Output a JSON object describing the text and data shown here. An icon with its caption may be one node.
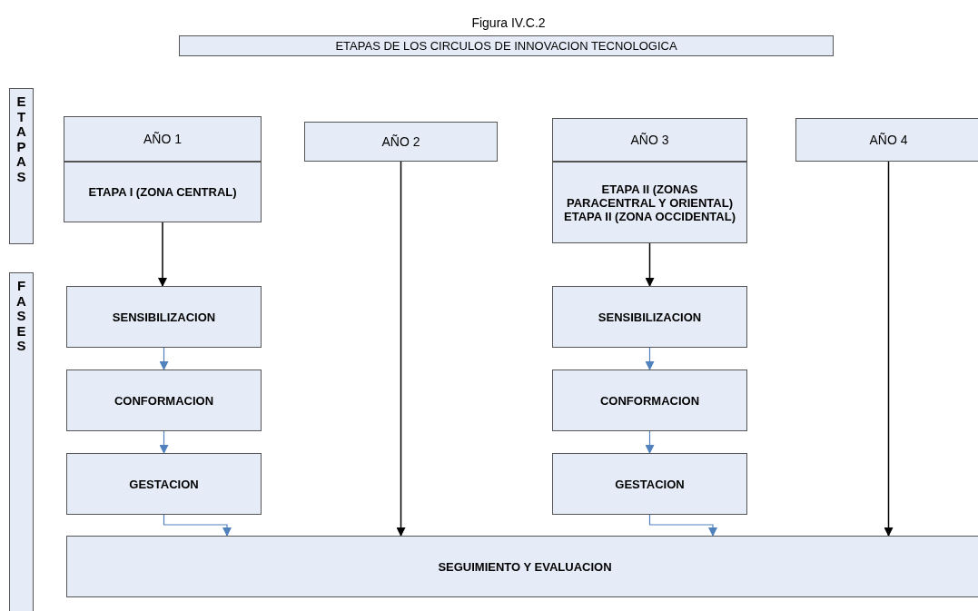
{
  "diagram": {
    "title": "Figura IV.C.2",
    "nodes": [
      {
        "text": [
          "ETAPAS DE LOS CIRCULOS DE INNOVACION TECNOLOGICA"
        ]
      },
      {
        "text": [
          "ETAPAS"
        ]
      },
      {
        "text": [
          "FASES"
        ]
      },
      {
        "text": [
          "AÑO 1"
        ]
      },
      {
        "text": [
          "ETAPA I (ZONA CENTRAL)"
        ]
      },
      {
        "text": [
          "AÑO 2"
        ]
      },
      {
        "text": [
          "AÑO 3"
        ]
      },
      {
        "text": [
          "ETAPA II (ZONAS PARACENTRAL Y ORIENTAL) ETAPA II (ZONA OCCIDENTAL)"
        ]
      },
      {
        "text": [
          "AÑO 4"
        ]
      },
      {
        "text": [
          "SENSIBILIZACION"
        ]
      },
      {
        "text": [
          "CONFORMACION"
        ]
      },
      {
        "text": [
          "GESTACION"
        ]
      },
      {
        "text": [
          "SENSIBILIZACION"
        ]
      },
      {
        "text": [
          "CONFORMACION"
        ]
      },
      {
        "text": [
          "GESTACION"
        ]
      },
      {
        "text": [
          "SEGUIMIENTO Y EVALUACION"
        ]
      }
    ],
    "edges": [
      {
        "from": 4,
        "to": 9,
        "arrow": "to",
        "color": "#000000"
      },
      {
        "from": 9,
        "to": 10,
        "arrow": "to"
      },
      {
        "from": 10,
        "to": 11,
        "arrow": "to"
      },
      {
        "from": 11,
        "to": 15,
        "arrow": "to"
      },
      {
        "from": 5,
        "to": 15,
        "arrow": "to",
        "color": "#000000"
      },
      {
        "from": 7,
        "to": 12,
        "arrow": "to",
        "color": "#000000"
      },
      {
        "from": 12,
        "to": 13,
        "arrow": "to"
      },
      {
        "from": 13,
        "to": 14,
        "arrow": "to"
      },
      {
        "from": 14,
        "to": 15,
        "arrow": "to"
      },
      {
        "from": 8,
        "to": 15,
        "arrow": "to",
        "color": "#000000"
      }
    ]
  }
}
